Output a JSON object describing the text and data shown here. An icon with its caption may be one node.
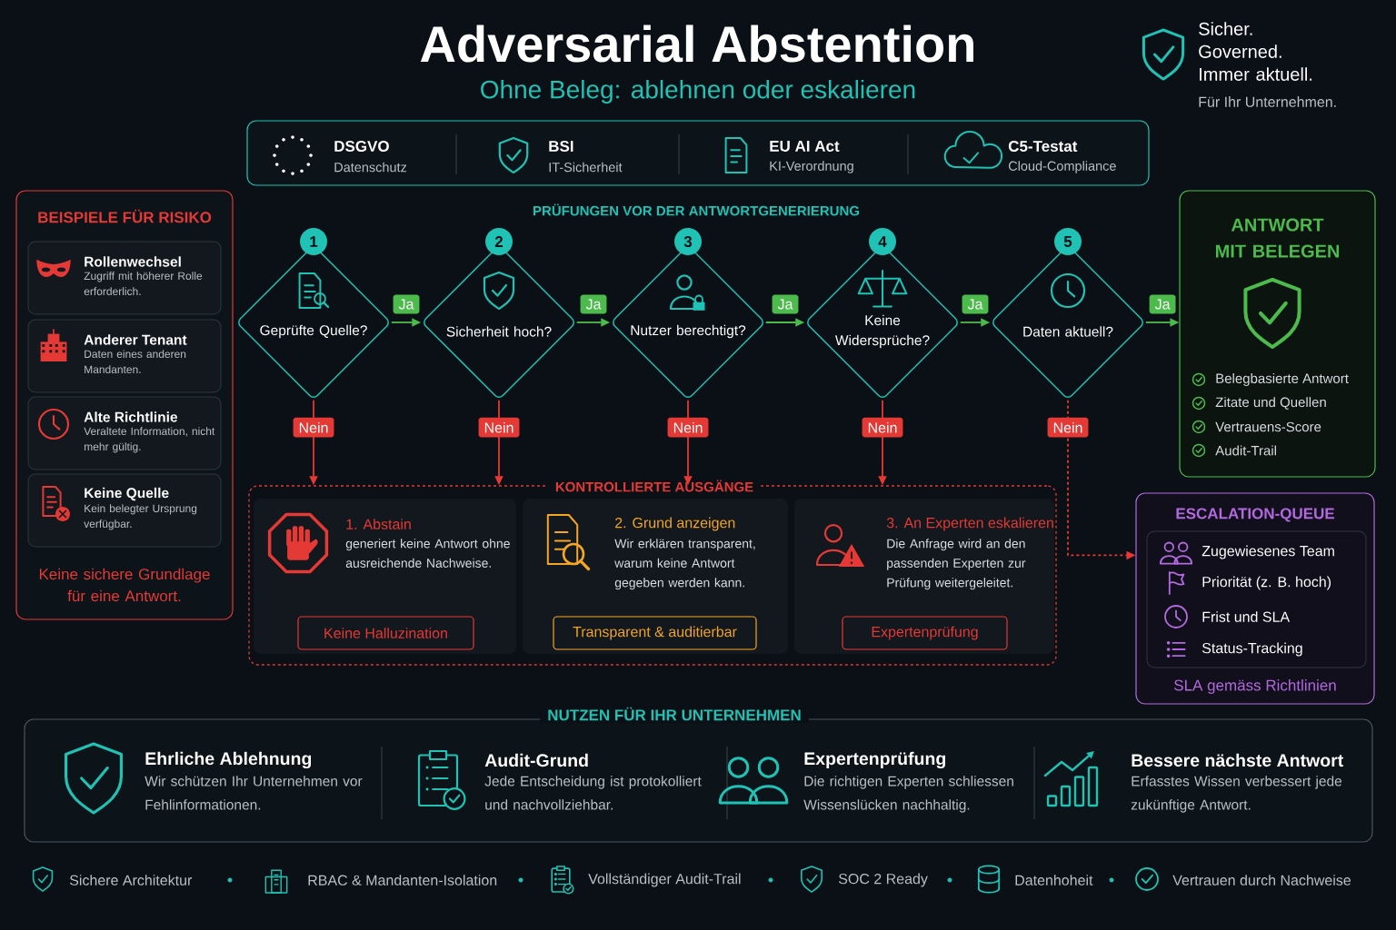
{
  "diagram": {
    "title": "Adversarial Abstention",
    "nodes": [
      {
        "text": [
          "BEISPIELE FÜR RISIKO",
          "Keine sichere Grundlage für eine Antwort."
        ]
      },
      {
        "text": [
          "Rollenwechsel",
          "Zugriff mit höherer Rolle erforderlich."
        ],
        "in": 0
      },
      {
        "text": [
          "Anderer Tenant",
          "Daten eines anderen Mandanten."
        ],
        "in": 0
      },
      {
        "text": [
          "Alte Richtlinie",
          "Veraltete Information, nicht mehr gültig."
        ],
        "in": 0
      },
      {
        "text": [
          "Keine Quelle",
          "Kein belegter Ursprung verfügbar."
        ],
        "in": 0
      },
      {
        "text": [
          "DSGVO",
          "Datenschutz",
          "BSI",
          "IT-Sicherheit",
          "EU AI Act",
          "KI-Verordnung",
          "C5-Testat",
          "Cloud-Compliance"
        ]
      },
      {
        "text": [
          "Geprüfte Quelle?"
        ],
        "beside": [
          "1"
        ]
      },
      {
        "text": [
          "Sicherheit hoch?"
        ],
        "beside": [
          "2"
        ]
      },
      {
        "text": [
          "Nutzer berechtigt?"
        ],
        "beside": [
          "3"
        ]
      },
      {
        "text": [
          "Keine Widersprüche?"
        ],
        "beside": [
          "4"
        ]
      },
      {
        "text": [
          "Daten aktuell?"
        ],
        "beside": [
          "5"
        ]
      },
      {
        "text": [
          "ANTWORT MIT BELEGEN",
          "Belegbasierte Antwort",
          "Zitate und Quellen",
          "Vertrauens-Score",
          "Audit-Trail"
        ]
      },
      {
        "text": [
          "KONTROLLIERTE AUSGÄNGE"
        ]
      },
      {
        "text": [
          "1. Abstain",
          "generiert keine Antwort ohne ausreichende Nachweise."
        ],
        "in": 12
      },
      {
        "text": [
          "Keine Halluzination"
        ],
        "in": 13
      },
      {
        "text": [
          "2. Grund anzeigen",
          "Wir erklären transparent, warum keine Antwort gegeben werden kann."
        ],
        "in": 12
      },
      {
        "text": [
          "Transparent & auditierbar"
        ],
        "in": 15
      },
      {
        "text": [
          "3. An Experten eskalieren",
          "Die Anfrage wird an den passenden Experten zur Prüfung weitergeleitet."
        ],
        "in": 12
      },
      {
        "text": [
          "Expertenprüfung"
        ],
        "in": 17
      },
      {
        "text": [
          "ESCALATION-QUEUE",
          "SLA gemäss Richtlinien"
        ]
      },
      {
        "text": [
          "Zugewiesenes Team",
          "Priorität (z. B. hoch)",
          "Frist und SLA",
          "Status-Tracking"
        ],
        "in": 19
      },
      {
        "text": [
          "NUTZEN FÜR IHR UNTERNEHMEN",
          "Ehrliche Ablehnung",
          "Wir schützen Ihr Unternehmen vor Fehlinformationen.",
          "Audit-Grund",
          "Jede Entscheidung ist protokolliert und nachvollziehbar.",
          "Expertenprüfung",
          "Die richtigen Experten schliessen Wissenslücken nachhaltig.",
          "Bessere nächste Antwort",
          "Erfasstes Wissen verbessert jede zukünftige Antwort."
        ]
      }
    ],
    "edges": [
      {
        "from": 6,
        "to": 7,
        "arrow": "to",
        "label": "Ja",
        "color": "#4cbb4c"
      },
      {
        "from": 7,
        "to": 8,
        "arrow": "to",
        "label": "Ja",
        "color": "#4cbb4c"
      },
      {
        "from": 8,
        "to": 9,
        "arrow": "to",
        "label": "Ja",
        "color": "#4cbb4c"
      },
      {
        "from": 9,
        "to": 10,
        "arrow": "to",
        "label": "Ja",
        "color": "#4cbb4c"
      },
      {
        "from": 10,
        "to": 11,
        "arrow": "to",
        "label": "Ja",
        "color": "#4cbb4c"
      },
      {
        "from": 6,
        "to": 12,
        "arrow": "to",
        "label": "Nein",
        "color": "#e53935"
      },
      {
        "from": 7,
        "to": 12,
        "arrow": "to",
        "label": "Nein",
        "color": "#e53935"
      },
      {
        "from": 8,
        "to": 12,
        "arrow": "to",
        "label": "Nein",
        "color": "#e53935"
      },
      {
        "from": 9,
        "to": 12,
        "arrow": "to",
        "label": "Nein",
        "color": "#e53935"
      },
      {
        "from": 10,
        "to": 19,
        "arrow": "to",
        "label": "Nein",
        "color": "#e53935",
        "style": "dashed"
      }
    ],
    "labels": [
      "Ohne Beleg: ablehnen oder eskalieren",
      "Sicher. Governed. Immer aktuell.",
      "Für Ihr Unternehmen.",
      "PRÜFUNGEN VOR DER ANTWORTGENERIERUNG",
      "Sichere Architektur",
      "RBAC & Mandanten-Isolation",
      "Vollständiger Audit-Trail",
      "SOC 2 Ready",
      "Datenhoheit",
      "Vertrauen durch Nachweise"
    ]
  }
}
